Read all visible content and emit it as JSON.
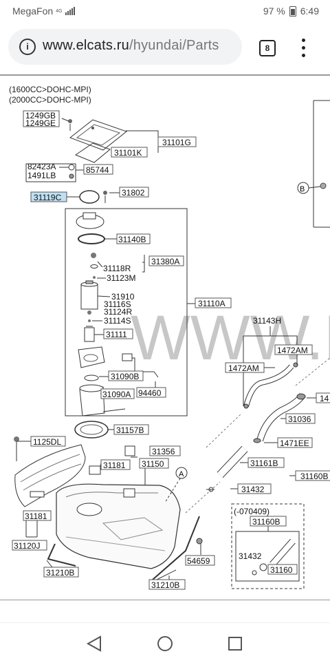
{
  "status": {
    "carrier": "MegaFon",
    "network": "4G",
    "battery": "97 %",
    "time": "6:49"
  },
  "browser": {
    "host": "www.elcats.ru",
    "path": "/hyundai/Parts",
    "tab_count": "8"
  },
  "diagram": {
    "header_lines": [
      "(1600CC>DOHC-MPI)",
      "(2000CC>DOHC-MPI)"
    ],
    "watermark": "WWW.E",
    "labels": {
      "p1249GB": "1249GB",
      "p1249GE": "1249GE",
      "p31101G": "31101G",
      "p31101K": "31101K",
      "p82423A": "82423A",
      "p1491LB": "1491LB",
      "p85744": "85744",
      "p31119C": "31119C",
      "p31802": "31802",
      "p31140B": "31140B",
      "p31380A": "31380A",
      "p31118R": "31118R",
      "p31123M": "31123M",
      "p31910": "31910",
      "p31116S": "31116S",
      "p31124R": "31124R",
      "p31114S": "31114S",
      "p31110A": "31110A",
      "p31111": "31111",
      "p31090B": "31090B",
      "p31090A": "31090A",
      "p94460": "94460",
      "p31157B": "31157B",
      "p31143H": "31143H",
      "p1472AM_a": "1472AM",
      "p1472AM_b": "1472AM",
      "p14_cut": "14",
      "p31036": "31036",
      "p1125DL": "1125DL",
      "p31356": "31356",
      "p1471EE": "1471EE",
      "p31181_a": "31181",
      "p31150": "31150",
      "p31161B": "31161B",
      "p31160B_cut": "31160B",
      "p31432_a": "31432",
      "p31181_b": "31181",
      "p31120J": "31120J",
      "p31210B_a": "31210B",
      "p54659": "54659",
      "p31210B_b": "31210B",
      "p070409": "(-070409)",
      "p31160B_b": "31160B",
      "p31432_b": "31432",
      "p31160": "31160",
      "ref_A": "A",
      "ref_B": "B"
    }
  }
}
